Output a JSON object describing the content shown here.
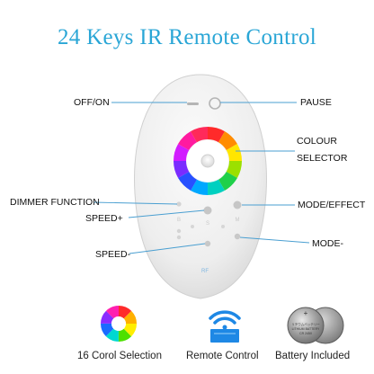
{
  "header": {
    "title": "24 Keys IR Remote Control"
  },
  "labels": {
    "off_on": "OFF/ON",
    "pause": "PAUSE",
    "colour_line1": "COLOUR",
    "colour_line2": "SELECTOR",
    "dimmer": "DIMMER FUNCTION",
    "speed_plus": "SPEED+",
    "speed_minus": "SPEED-",
    "mode_effect": "MODE/EFFECT",
    "mode_minus": "MODE-"
  },
  "features": [
    {
      "label": "16 Corol Selection",
      "icon": "color-wheel-icon"
    },
    {
      "label": "Remote Control",
      "icon": "remote-signal-icon"
    },
    {
      "label": "Battery Included",
      "icon": "coin-battery-icon"
    }
  ],
  "battery": {
    "line1": "リチウムバッテリー",
    "line2": "LITHIUM BATTERY",
    "line3": "CR 2450"
  },
  "colors": {
    "title": "#2aa6d6",
    "leader": "#4a9fd1",
    "remote": "#f1f1f1",
    "signal": "#1e88e5"
  }
}
